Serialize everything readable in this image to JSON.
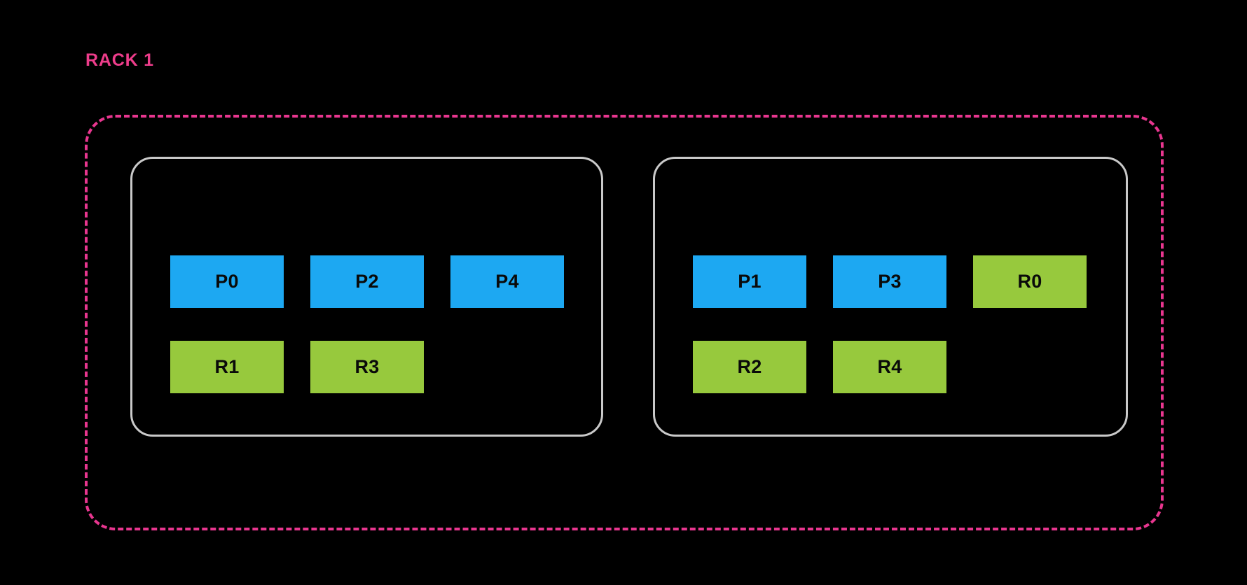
{
  "diagram": {
    "title": "RACK 1",
    "background_color": "#000000",
    "rack": {
      "label": "RACK 1",
      "label_color": "#EE3D8B",
      "border_color": "#E8368F",
      "border_style": "dashed"
    },
    "legend_colors": {
      "partition": "#1DA8F2",
      "replica": "#97C93D",
      "broker_border": "#C9C9C9",
      "unit_text": "#0A0A0A"
    },
    "brokers": [
      {
        "name": "broker-left",
        "rows": [
          {
            "name": "partitions",
            "units": [
              {
                "label": "P0",
                "kind": "partition"
              },
              {
                "label": "P2",
                "kind": "partition"
              },
              {
                "label": "P4",
                "kind": "partition"
              }
            ]
          },
          {
            "name": "replicas",
            "units": [
              {
                "label": "R1",
                "kind": "replica"
              },
              {
                "label": "R3",
                "kind": "replica"
              }
            ]
          }
        ]
      },
      {
        "name": "broker-right",
        "rows": [
          {
            "name": "partitions",
            "units": [
              {
                "label": "P1",
                "kind": "partition"
              },
              {
                "label": "P3",
                "kind": "partition"
              },
              {
                "label": "R0",
                "kind": "replica"
              }
            ]
          },
          {
            "name": "replicas",
            "units": [
              {
                "label": "R2",
                "kind": "replica"
              },
              {
                "label": "R4",
                "kind": "replica"
              }
            ]
          }
        ]
      }
    ]
  }
}
